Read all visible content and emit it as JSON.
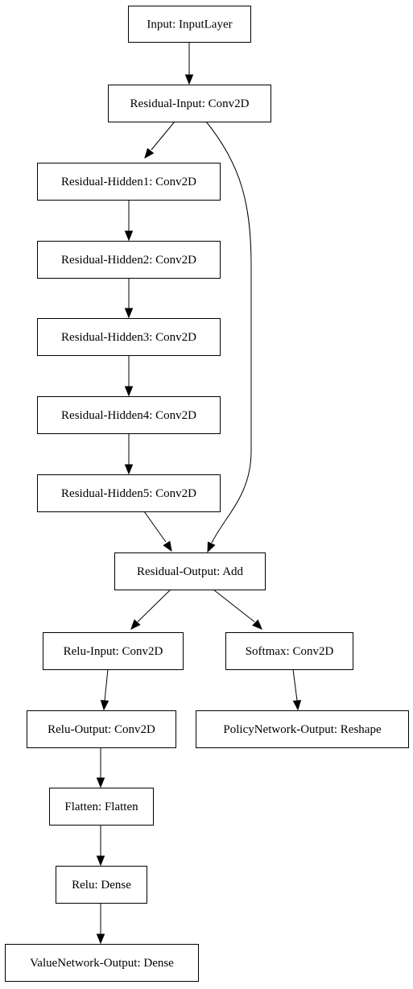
{
  "diagram": {
    "nodes": [
      {
        "id": "input",
        "label": "Input: InputLayer"
      },
      {
        "id": "residual_input",
        "label": "Residual-Input: Conv2D"
      },
      {
        "id": "hidden1",
        "label": "Residual-Hidden1: Conv2D"
      },
      {
        "id": "hidden2",
        "label": "Residual-Hidden2: Conv2D"
      },
      {
        "id": "hidden3",
        "label": "Residual-Hidden3: Conv2D"
      },
      {
        "id": "hidden4",
        "label": "Residual-Hidden4: Conv2D"
      },
      {
        "id": "hidden5",
        "label": "Residual-Hidden5: Conv2D"
      },
      {
        "id": "residual_output",
        "label": "Residual-Output: Add"
      },
      {
        "id": "relu_input",
        "label": "Relu-Input: Conv2D"
      },
      {
        "id": "softmax",
        "label": "Softmax: Conv2D"
      },
      {
        "id": "relu_output",
        "label": "Relu-Output: Conv2D"
      },
      {
        "id": "policy_output",
        "label": "PolicyNetwork-Output: Reshape"
      },
      {
        "id": "flatten",
        "label": "Flatten: Flatten"
      },
      {
        "id": "relu_dense",
        "label": "Relu: Dense"
      },
      {
        "id": "value_output",
        "label": "ValueNetwork-Output: Dense"
      }
    ],
    "edges": [
      {
        "from": "input",
        "to": "residual_input"
      },
      {
        "from": "residual_input",
        "to": "hidden1"
      },
      {
        "from": "residual_input",
        "to": "residual_output"
      },
      {
        "from": "hidden1",
        "to": "hidden2"
      },
      {
        "from": "hidden2",
        "to": "hidden3"
      },
      {
        "from": "hidden3",
        "to": "hidden4"
      },
      {
        "from": "hidden4",
        "to": "hidden5"
      },
      {
        "from": "hidden5",
        "to": "residual_output"
      },
      {
        "from": "residual_output",
        "to": "relu_input"
      },
      {
        "from": "residual_output",
        "to": "softmax"
      },
      {
        "from": "relu_input",
        "to": "relu_output"
      },
      {
        "from": "softmax",
        "to": "policy_output"
      },
      {
        "from": "relu_output",
        "to": "flatten"
      },
      {
        "from": "flatten",
        "to": "relu_dense"
      },
      {
        "from": "relu_dense",
        "to": "value_output"
      }
    ]
  }
}
